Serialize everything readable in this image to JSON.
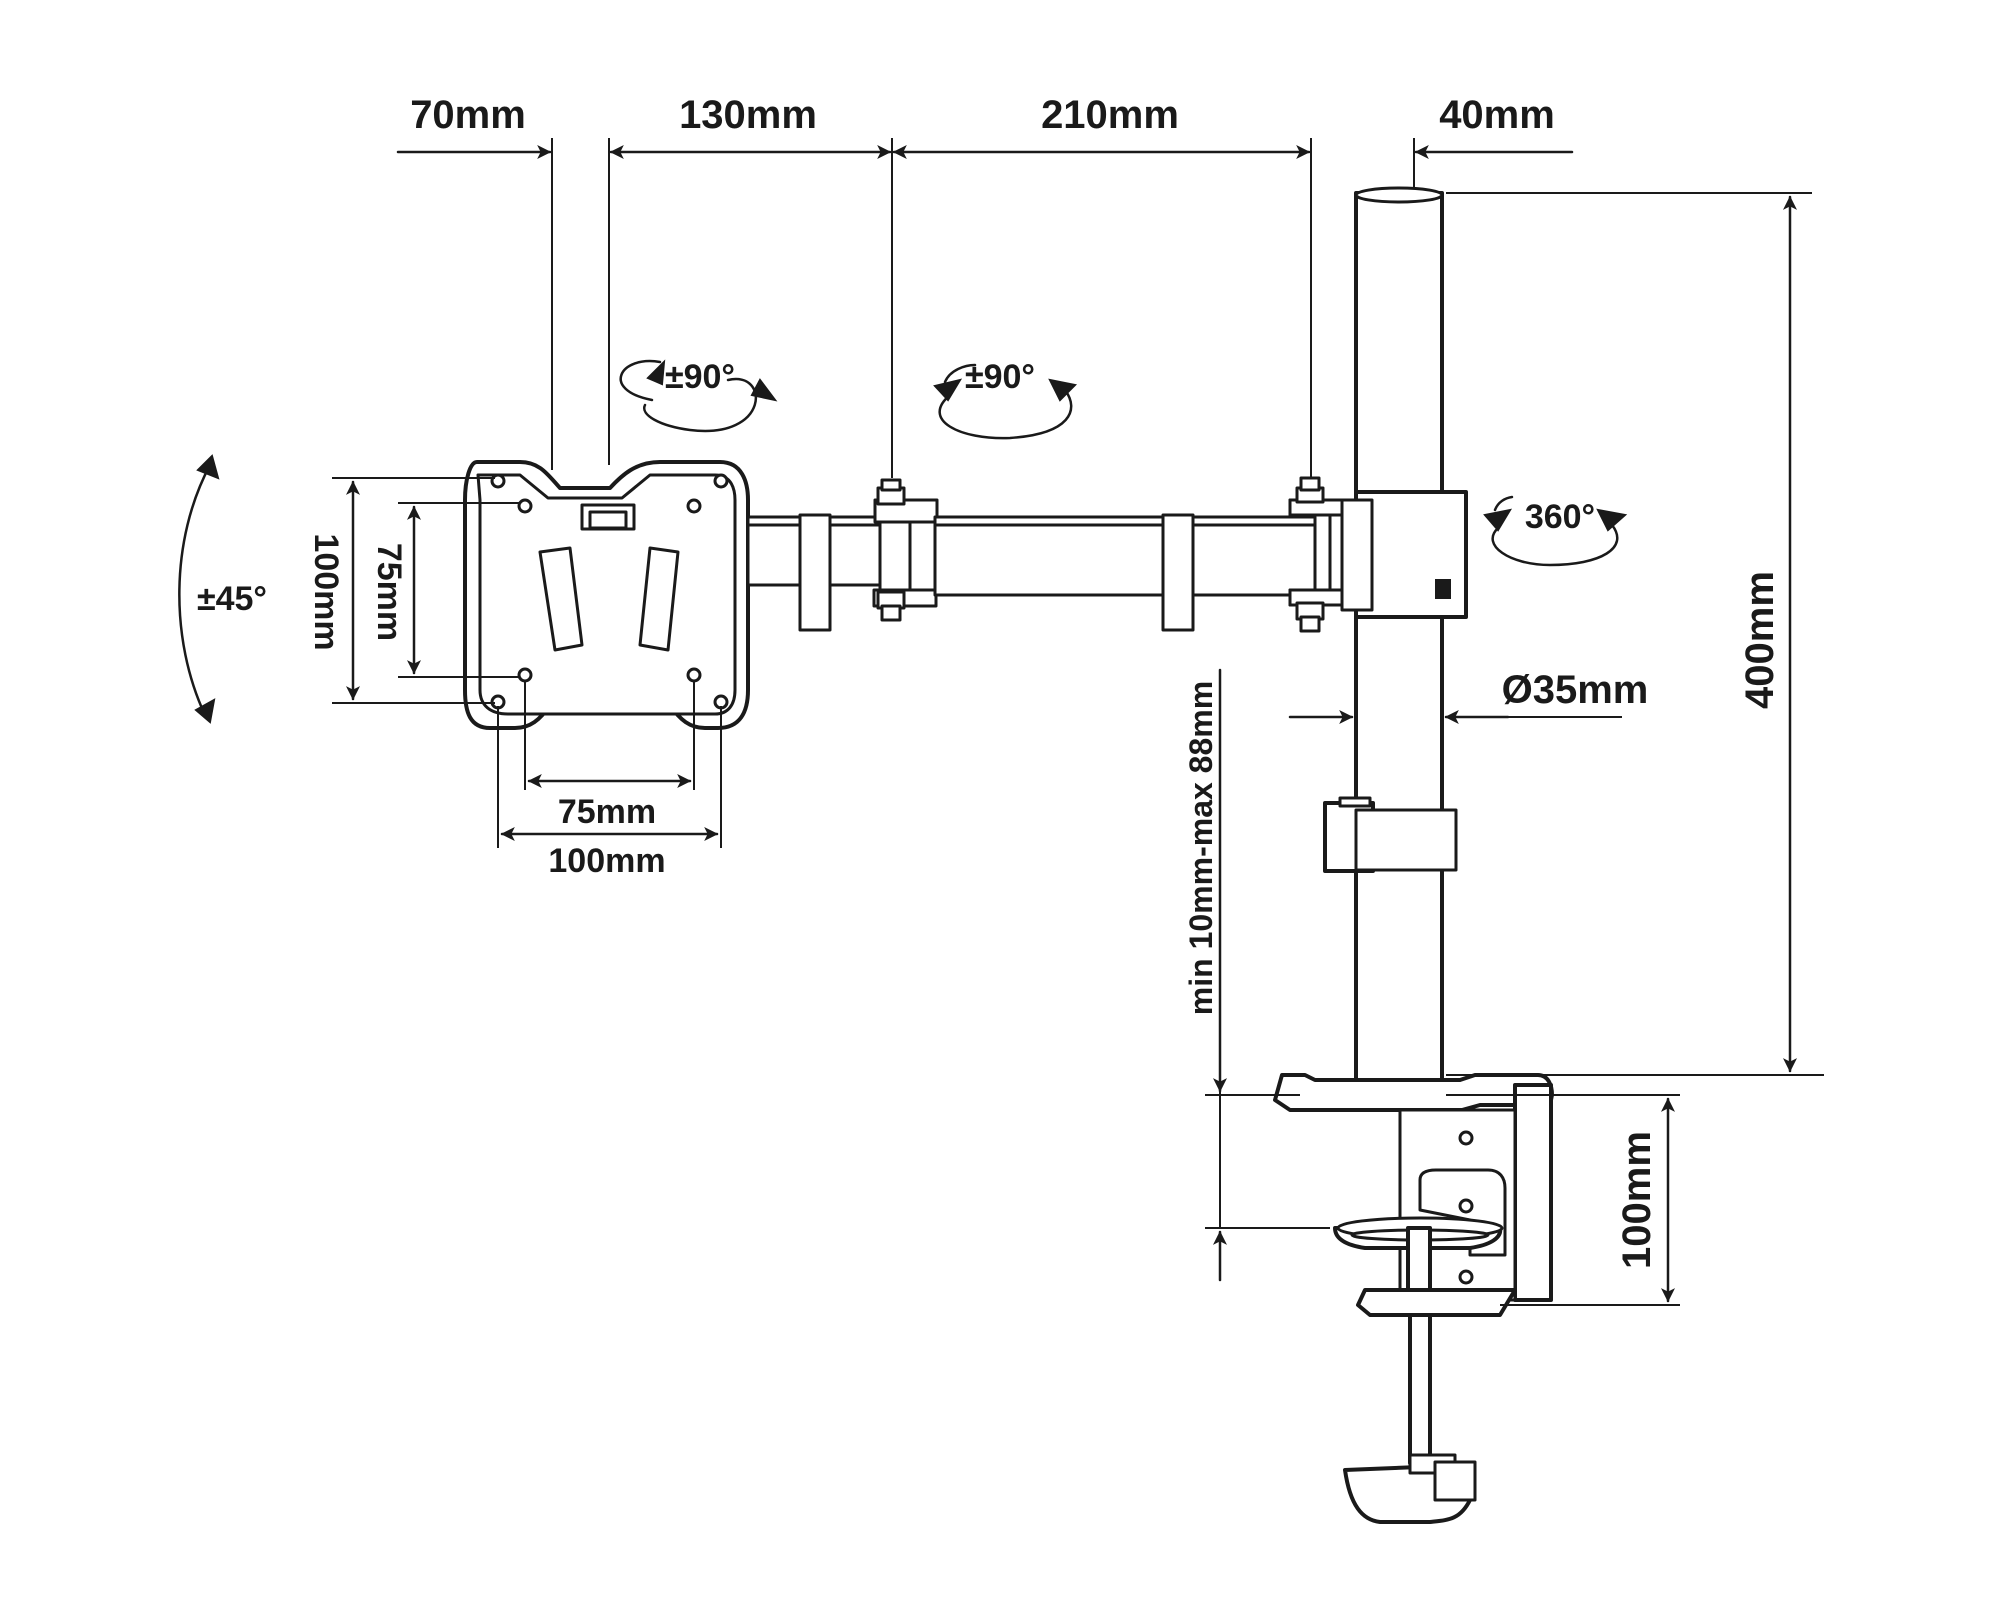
{
  "labels": {
    "dim_70": "70mm",
    "dim_130": "130mm",
    "dim_210": "210mm",
    "dim_40": "40mm",
    "rot_tilt_plate": "±90°",
    "rot_tilt_arm": "±90°",
    "rot_360": "360°",
    "tilt_45": "±45°",
    "plate_h_100": "100mm",
    "plate_h_75": "75mm",
    "plate_w_75": "75mm",
    "plate_w_100": "100mm",
    "pole_dia": "Ø35mm",
    "pole_height": "400mm",
    "clamp_range": "min 10mm-max 88mm",
    "clamp_height": "100mm"
  },
  "colors": {
    "stroke": "#1a1a1a",
    "background": "#ffffff"
  }
}
